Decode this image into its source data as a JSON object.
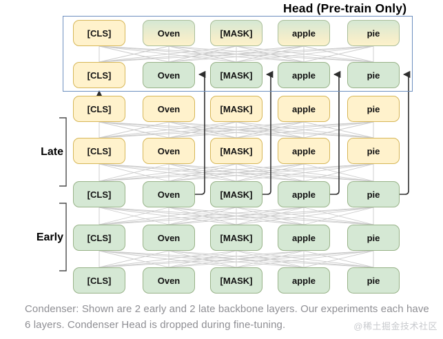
{
  "title": "Head (Pre-train Only)",
  "section_labels": {
    "late": "Late",
    "early": "Early"
  },
  "tokens": [
    "[CLS]",
    "Oven",
    "[MASK]",
    "apple",
    "pie"
  ],
  "rows": [
    {
      "name": "head-output-row",
      "section": "head",
      "fills": [
        "yellow",
        "gradient",
        "gradient",
        "gradient",
        "gradient"
      ]
    },
    {
      "name": "head-input-row",
      "section": "head",
      "fills": [
        "yellow",
        "green",
        "green",
        "green",
        "green"
      ]
    },
    {
      "name": "backbone-row-6",
      "section": "late",
      "fills": [
        "yellow",
        "yellow",
        "yellow",
        "yellow",
        "yellow"
      ]
    },
    {
      "name": "backbone-row-5",
      "section": "late",
      "fills": [
        "yellow",
        "yellow",
        "yellow",
        "yellow",
        "yellow"
      ]
    },
    {
      "name": "backbone-row-4",
      "section": "late-early-boundary",
      "fills": [
        "green",
        "green",
        "green",
        "green",
        "green"
      ]
    },
    {
      "name": "backbone-row-3",
      "section": "early",
      "fills": [
        "green",
        "green",
        "green",
        "green",
        "green"
      ]
    },
    {
      "name": "backbone-row-2",
      "section": "early",
      "fills": [
        "green",
        "green",
        "green",
        "green",
        "green"
      ]
    }
  ],
  "caption": {
    "line1": "Condenser: Shown are 2 early and 2 late backbone layers. Our experiments each have",
    "line2": "6 layers. Condenser Head is dropped during fine-tuning."
  },
  "watermark": "@稀土掘金技术社区",
  "colors": {
    "box_yellow_fill": "#fff2cc",
    "box_yellow_border": "#d6b656",
    "box_green_fill": "#d5e8d4",
    "box_green_border": "#97b287",
    "head_frame_border": "#6c8ebf",
    "attention_line": "#cacaca",
    "arrow": "#2e2e2e",
    "caption_text": "#8e8e93",
    "watermark_text": "#c8cace"
  }
}
